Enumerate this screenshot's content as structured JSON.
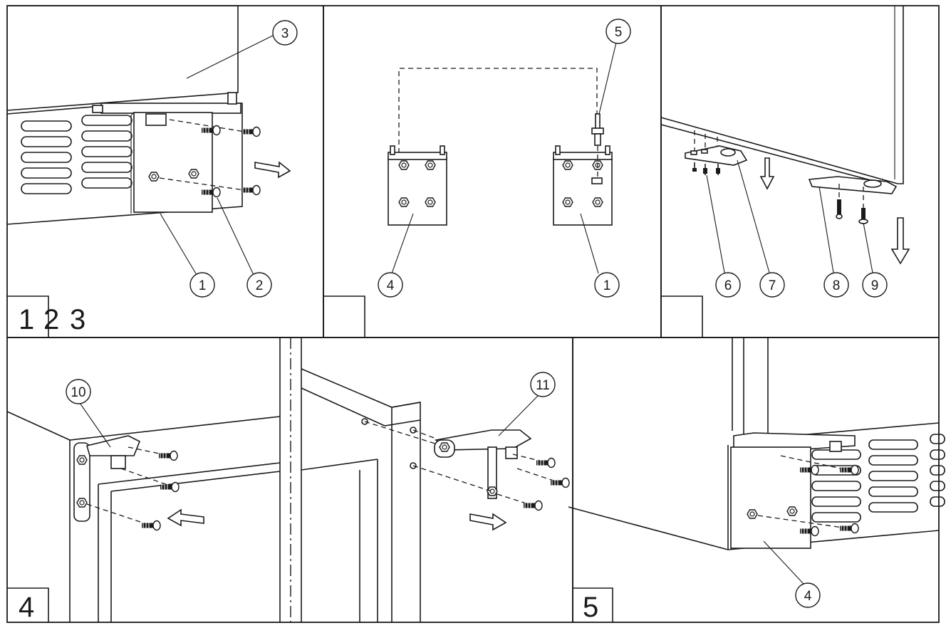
{
  "steps": {
    "panel_1": "1",
    "panel_2": "2",
    "panel_3": "3",
    "panel_4": "4",
    "panel_5": "5"
  },
  "callouts": {
    "p1_c3": "3",
    "p1_c1": "1",
    "p1_c2": "2",
    "p2_c5": "5",
    "p2_c4": "4",
    "p2_c1": "1",
    "p3_c6": "6",
    "p3_c7": "7",
    "p3_c8": "8",
    "p3_c9": "9",
    "p4_c10": "10",
    "p4_c11": "11",
    "p5_c4": "4"
  },
  "colors": {
    "ink": "#1a1a1a",
    "paper": "#ffffff"
  }
}
